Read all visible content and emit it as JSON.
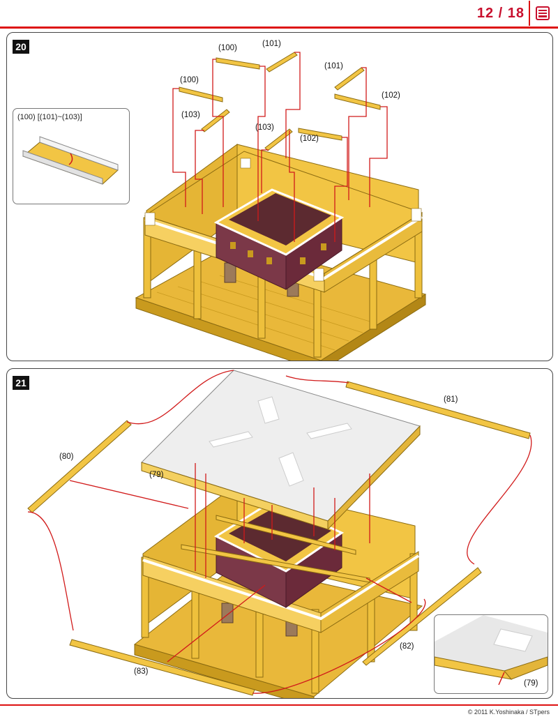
{
  "header": {
    "page": "12 / 18",
    "icon": "book-icon"
  },
  "step20": {
    "number": "20",
    "labels": [
      "(100)",
      "(101)",
      "(100)",
      "(101)",
      "(102)",
      "(103)",
      "(103)",
      "(102)"
    ],
    "inset_caption": "(100) [(101)~(103)]"
  },
  "step21": {
    "number": "21",
    "labels": [
      "(81)",
      "(80)",
      "(79)",
      "(82)",
      "(83)"
    ],
    "inset_label": "(79)"
  },
  "footer": {
    "copyright": "© 2011 K.Yoshinaka / STpers"
  },
  "colors": {
    "accent": "#d11a1a",
    "wood": "#f2c544",
    "wood_dark": "#c99a1e",
    "roof": "#eeeeee",
    "trim": "#6b2a3a"
  }
}
